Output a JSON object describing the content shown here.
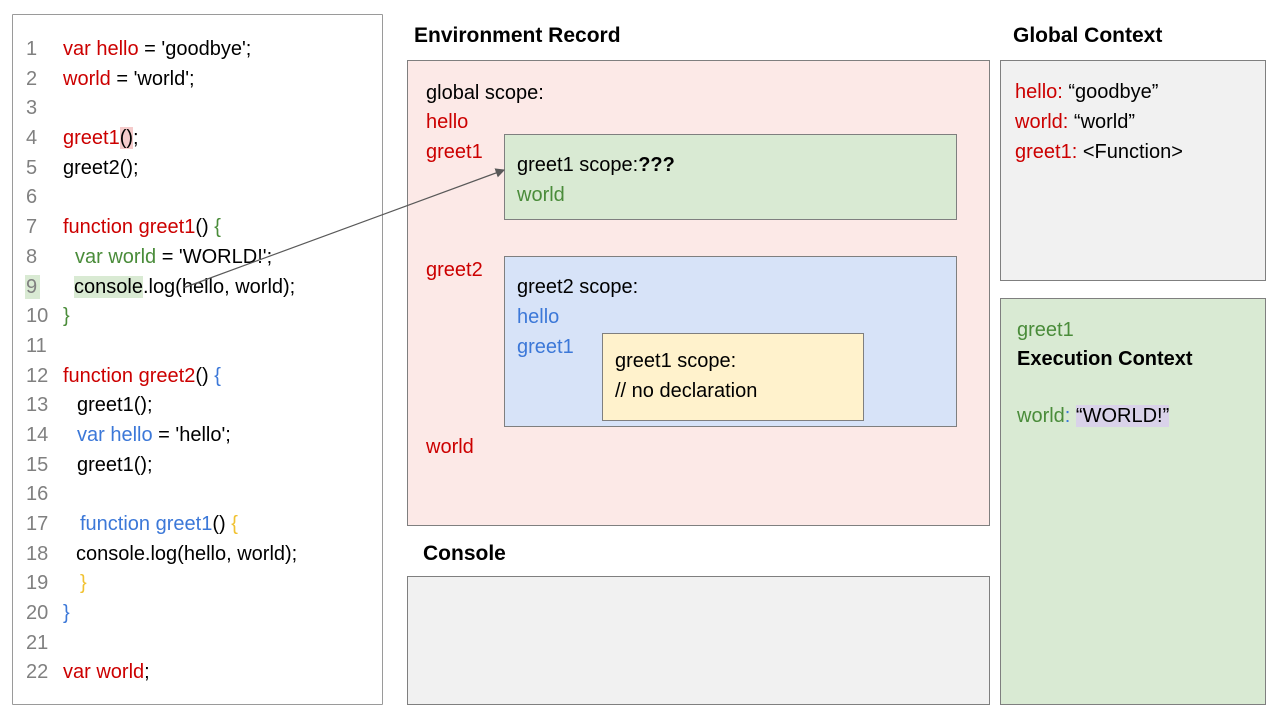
{
  "colors": {
    "red_text": "#cc0000",
    "green_text": "#4a8c3a",
    "blue_text": "#3c78d8",
    "gold_text": "#f1c232",
    "pink_fill": "#fce9e7",
    "green_fill": "#d9ead3",
    "blue_fill": "#d7e3f8",
    "yellow_fill": "#fff2cc",
    "gray_fill": "#f1f1f1",
    "lavender_highlight": "#d9d2e9",
    "code_pink_highlight": "#f5cbcb",
    "code_green_highlight": "#d9ead3"
  },
  "code": {
    "lines": [
      {
        "n": "1",
        "ind": 0,
        "seg": [
          {
            "t": "var hello",
            "c": "red"
          },
          {
            "t": " = 'goodbye';",
            "c": "k"
          }
        ]
      },
      {
        "n": "2",
        "ind": 0,
        "seg": [
          {
            "t": "world",
            "c": "red"
          },
          {
            "t": " = 'world';",
            "c": "k"
          }
        ]
      },
      {
        "n": "3",
        "ind": 0,
        "seg": []
      },
      {
        "n": "4",
        "ind": 0,
        "seg": [
          {
            "t": "greet1",
            "c": "red"
          },
          {
            "t": "()",
            "c": "k",
            "h": "pink"
          },
          {
            "t": ";",
            "c": "k"
          }
        ]
      },
      {
        "n": "5",
        "ind": 0,
        "seg": [
          {
            "t": "greet2();",
            "c": "k"
          }
        ]
      },
      {
        "n": "6",
        "ind": 0,
        "seg": []
      },
      {
        "n": "7",
        "ind": 0,
        "seg": [
          {
            "t": "function greet1",
            "c": "red"
          },
          {
            "t": "() ",
            "c": "k"
          },
          {
            "t": "{",
            "c": "green"
          }
        ]
      },
      {
        "n": "8",
        "ind": 12,
        "seg": [
          {
            "t": "var world",
            "c": "green"
          },
          {
            "t": " = 'WORLD!';",
            "c": "k"
          }
        ]
      },
      {
        "n": "9",
        "ind": 11,
        "numH": true,
        "seg": [
          {
            "t": "console",
            "c": "k",
            "h": "green"
          },
          {
            "t": ".log(hello, world);",
            "c": "k"
          }
        ]
      },
      {
        "n": "10",
        "ind": 0,
        "seg": [
          {
            "t": "}",
            "c": "green"
          }
        ]
      },
      {
        "n": "11",
        "ind": 0,
        "seg": []
      },
      {
        "n": "12",
        "ind": 0,
        "seg": [
          {
            "t": "function greet2",
            "c": "red"
          },
          {
            "t": "() ",
            "c": "k"
          },
          {
            "t": "{",
            "c": "blue"
          }
        ]
      },
      {
        "n": "13",
        "ind": 14,
        "seg": [
          {
            "t": "greet1();",
            "c": "k"
          }
        ]
      },
      {
        "n": "14",
        "ind": 14,
        "seg": [
          {
            "t": "var hello",
            "c": "blue"
          },
          {
            "t": " = 'hello';",
            "c": "k"
          }
        ]
      },
      {
        "n": "15",
        "ind": 14,
        "seg": [
          {
            "t": "greet1();",
            "c": "k"
          }
        ]
      },
      {
        "n": "16",
        "ind": 0,
        "seg": []
      },
      {
        "n": "17",
        "ind": 17,
        "seg": [
          {
            "t": "function greet1",
            "c": "blue"
          },
          {
            "t": "() ",
            "c": "k"
          },
          {
            "t": "{",
            "c": "gold"
          }
        ]
      },
      {
        "n": "18",
        "ind": 13,
        "seg": [
          {
            "t": "console.log(hello, world);",
            "c": "k"
          }
        ]
      },
      {
        "n": "19",
        "ind": 17,
        "seg": [
          {
            "t": "}",
            "c": "gold"
          }
        ]
      },
      {
        "n": "20",
        "ind": 0,
        "seg": [
          {
            "t": "}",
            "c": "blue"
          }
        ]
      },
      {
        "n": "21",
        "ind": 0,
        "seg": []
      },
      {
        "n": "22",
        "ind": 0,
        "seg": [
          {
            "t": "var world",
            "c": "red"
          },
          {
            "t": ";",
            "c": "k"
          }
        ]
      }
    ]
  },
  "env": {
    "title": "Environment Record",
    "global_scope_label": "global scope:",
    "globals": [
      "hello",
      "greet1",
      "greet2",
      "world"
    ],
    "greet1_scope": {
      "title": "greet1 scope:",
      "emphasis": "???",
      "var": "world"
    },
    "greet2_scope": {
      "title": "greet2 scope:",
      "vars": [
        "hello",
        "greet1"
      ]
    },
    "inner_greet1_scope": {
      "title": "greet1 scope:",
      "comment": "// no declaration"
    }
  },
  "console_section": {
    "title": "Console"
  },
  "global_context": {
    "title": "Global Context",
    "entries": [
      {
        "name": "hello:",
        "value": "“goodbye”"
      },
      {
        "name": "world:",
        "value": "“world”"
      },
      {
        "name": "greet1:",
        "value": "<Function>"
      }
    ]
  },
  "greet1_context": {
    "fn_name": "greet1",
    "title": "Execution Context",
    "var_name": "world",
    "colon": ":",
    "value": "“WORLD!”"
  }
}
